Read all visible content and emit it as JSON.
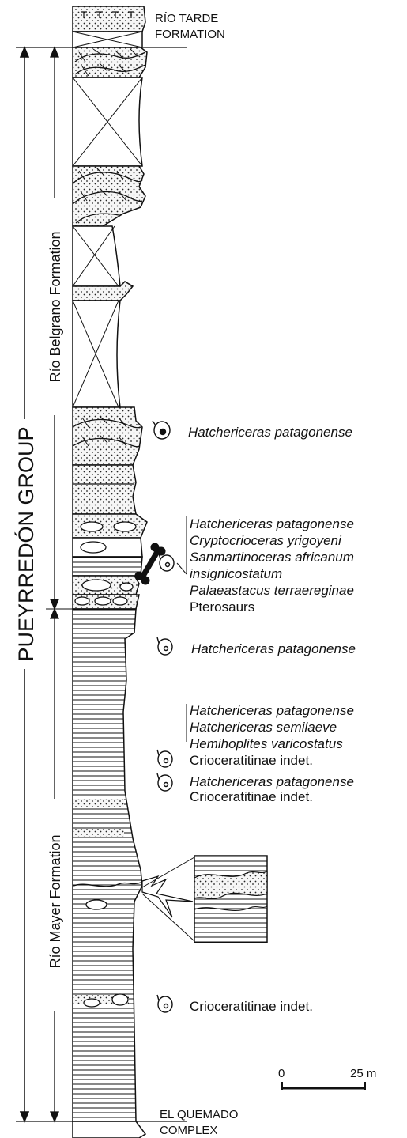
{
  "formations": {
    "top": [
      "RÍO TARDE",
      "FORMATION"
    ],
    "bottom": [
      "EL QUEMADO",
      "COMPLEX"
    ]
  },
  "group_label": "PUEYRREDÓN GROUP",
  "unit_labels": {
    "upper": "Río Belgrano Formation",
    "lower": "Río Mayer Formation"
  },
  "fossil_annotations": [
    {
      "lines": [
        "Hatchericeras patagonense"
      ],
      "italic": [
        true
      ]
    },
    {
      "lines": [
        "Hatchericeras patagonense",
        "Cryptocrioceras yrigoyeni",
        "Sanmartinoceras africanum",
        "insignicostatum",
        "Palaeastacus terraereginae",
        "Pterosaurs"
      ],
      "italic": [
        true,
        true,
        true,
        true,
        true,
        false
      ]
    },
    {
      "lines": [
        "Hatchericeras patagonense"
      ],
      "italic": [
        true
      ]
    },
    {
      "lines": [
        "Hatchericeras patagonense",
        "Hatchericeras semilaeve",
        "Hemihoplites varicostatus",
        "Crioceratitinae indet."
      ],
      "italic": [
        true,
        true,
        true,
        false
      ]
    },
    {
      "lines": [
        "Hatchericeras patagonense",
        "Crioceratitinae indet."
      ],
      "italic": [
        true,
        false
      ]
    },
    {
      "lines": [
        "Crioceratitinae indet."
      ],
      "italic": [
        false
      ]
    }
  ],
  "scale_bar": {
    "start_label": "0",
    "end_label": "25 m"
  }
}
